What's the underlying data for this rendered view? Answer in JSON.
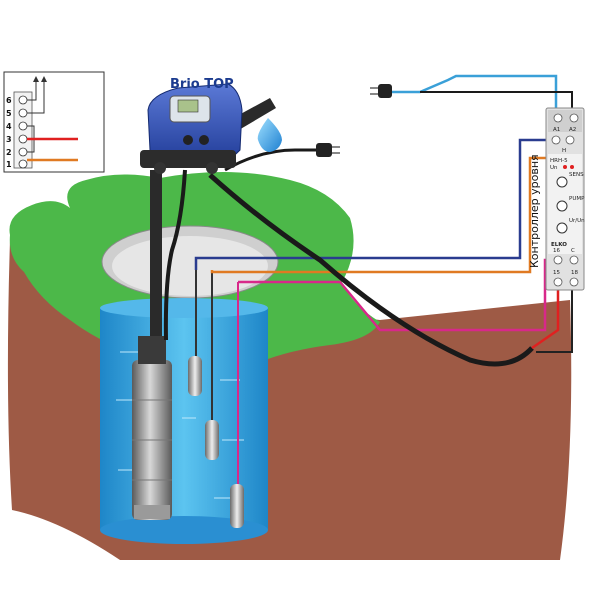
{
  "pump_controller": {
    "title": "Brio TOP"
  },
  "level_controller": {
    "caption": "Контроллер уровня",
    "model": "HRH-5",
    "un_label": "Un",
    "terminals_top": [
      "A1",
      "A2"
    ],
    "terminal_h": "H",
    "knob_labels": [
      "SENS",
      "PUMP",
      "Ur/Un"
    ],
    "brand": "ELKO",
    "terminals_mid": [
      "16",
      "C"
    ],
    "terminals_bottom": [
      "15",
      "18"
    ]
  },
  "terminal_block": {
    "numbers": [
      "6",
      "5",
      "4",
      "3",
      "2",
      "1"
    ]
  },
  "colors": {
    "grass": "#4cb849",
    "soil": "#9e5a45",
    "water": "#3aa7e0",
    "wire_blue": "#2a3c8f",
    "wire_orange": "#e07a22",
    "wire_red": "#e02020",
    "wire_magenta": "#d8288a",
    "wire_cyan": "#3aa0d8",
    "cable_black": "#1a1a1a",
    "controller_body": "#2f4fb5"
  }
}
